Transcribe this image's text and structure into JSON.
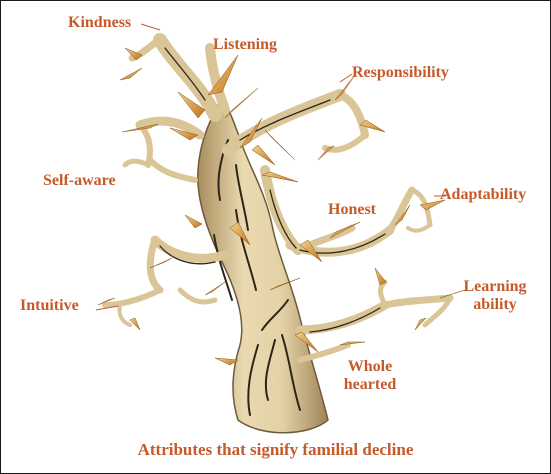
{
  "labels": {
    "kindness": "Kindness",
    "listening": "Listening",
    "responsibility": "Responsibility",
    "self_aware": "Self-aware",
    "honest": "Honest",
    "adaptability": "Adaptability",
    "intuitive": "Intuitive",
    "learning_line1": "Learning",
    "learning_line2": "ability",
    "whole_line1": "Whole",
    "whole_line2": "hearted"
  },
  "caption": "Attributes that signify familial decline",
  "colors": {
    "label": "#c55a2a",
    "bark": "#e2d2a8",
    "bark_dark": "#b49a6a",
    "bark_line": "#2e2418",
    "thorn_tip": "#c97a1e",
    "thorn_base": "#f0c878"
  }
}
